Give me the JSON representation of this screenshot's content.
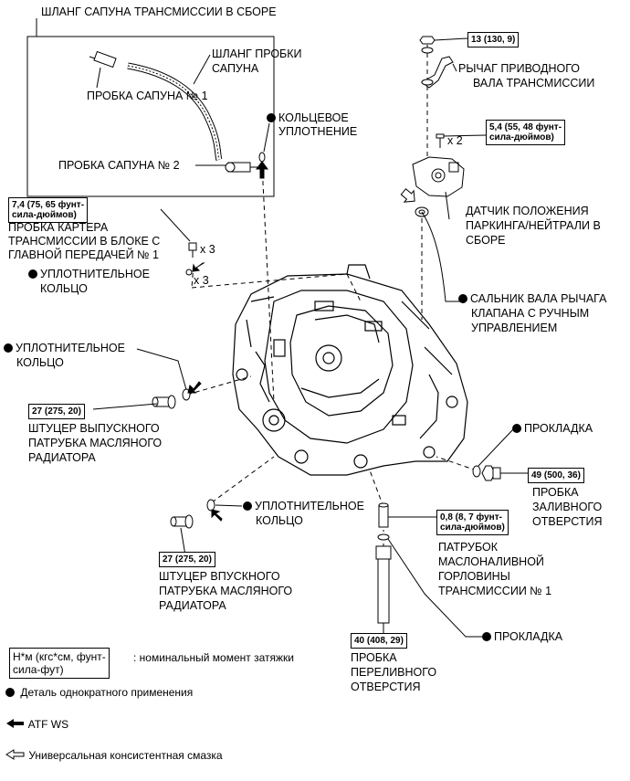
{
  "labels": {
    "breather_hose_assy": "ШЛАНГ САПУНА ТРАНСМИССИИ В СБОРЕ",
    "breather_plug_hose_1": "ШЛАНГ ПРОБКИ",
    "breather_plug_hose_2": "САПУНА",
    "breather_plug_1": "ПРОБКА САПУНА № 1",
    "breather_plug_2": "ПРОБКА САПУНА № 2",
    "o_ring_top_1": "КОЛЬЦЕВОЕ",
    "o_ring_top_2": "УПЛОТНЕНИЕ",
    "shift_lever_1": "РЫЧАГ ПРИВОДНОГО",
    "shift_lever_2": "ВАЛА ТРАНСМИССИИ",
    "park_neutral_1": "ДАТЧИК ПОЛОЖЕНИЯ",
    "park_neutral_2": "ПАРКИНГА/НЕЙТРАЛИ В",
    "park_neutral_3": "СБОРЕ",
    "case_plug_1": "ПРОБКА КАРТЕРА",
    "case_plug_2": "ТРАНСМИССИИ В БЛОКЕ С",
    "case_plug_3": "ГЛАВНОЙ ПЕРЕДАЧЕЙ № 1",
    "gasket_ring_1": "УПЛОТНИТЕЛЬНОЕ",
    "gasket_ring_1b": "КОЛЬЦО",
    "oil_seal_1": "САЛЬНИК ВАЛА РЫЧАГА",
    "oil_seal_2": "КЛАПАНА С РУЧНЫМ",
    "oil_seal_3": "УПРАВЛЕНИЕМ",
    "gasket_ring_2": "УПЛОТНИТЕЛЬНОЕ",
    "gasket_ring_2b": "КОЛЬЦО",
    "outlet_union_1": "ШТУЦЕР ВЫПУСКНОГО",
    "outlet_union_2": "ПАТРУБКА МАСЛЯНОГО",
    "outlet_union_3": "РАДИАТОРА",
    "gasket_right": "ПРОКЛАДКА",
    "filler_plug_1": "ПРОБКА",
    "filler_plug_2": "ЗАЛИВНОГО",
    "filler_plug_3": "ОТВЕРСТИЯ",
    "gasket_ring_3": "УПЛОТНИТЕЛЬНОЕ",
    "gasket_ring_3b": "КОЛЬЦО",
    "inlet_union_1": "ШТУЦЕР ВПУСКНОГО",
    "inlet_union_2": "ПАТРУБКА МАСЛЯНОГО",
    "inlet_union_3": "РАДИАТОРА",
    "filler_tube_1": "ПАТРУБОК",
    "filler_tube_2": "МАСЛОНАЛИВНОЙ",
    "filler_tube_3": "ГОРЛОВИНЫ",
    "filler_tube_4": "ТРАНСМИССИИ № 1",
    "gasket_bottom": "ПРОКЛАДКА",
    "overflow_plug_1": "ПРОБКА",
    "overflow_plug_2": "ПЕРЕЛИВНОГО",
    "overflow_plug_3": "ОТВЕРСТИЯ",
    "x3_a": "x 3",
    "x3_b": "x 3",
    "x2": "x 2"
  },
  "torques": {
    "t_13": "13 (130, 9)",
    "t_54_a": "5,4 (55, 48 фунт-",
    "t_54_b": "сила-дюймов)",
    "t_74_a": "7,4 (75, 65 фунт-",
    "t_74_b": "сила-дюймов)",
    "t_27_out": "27 (275, 20)",
    "t_49": "49 (500, 36)",
    "t_27_in": "27 (275, 20)",
    "t_08_a": "0,8 (8, 7 фунт-",
    "t_08_b": "сила-дюймов)",
    "t_40": "40 (408, 29)"
  },
  "legend": {
    "torque_box_1": "Н*м (кгс*см, фунт-",
    "torque_box_2": "сила-фут)",
    "torque_desc": ": номинальный момент затяжки",
    "non_reusable": "Деталь однократного применения",
    "atf": "ATF WS",
    "grease": "Универсальная консистентная смазка"
  },
  "colors": {
    "ink": "#000000",
    "paper": "#ffffff"
  }
}
